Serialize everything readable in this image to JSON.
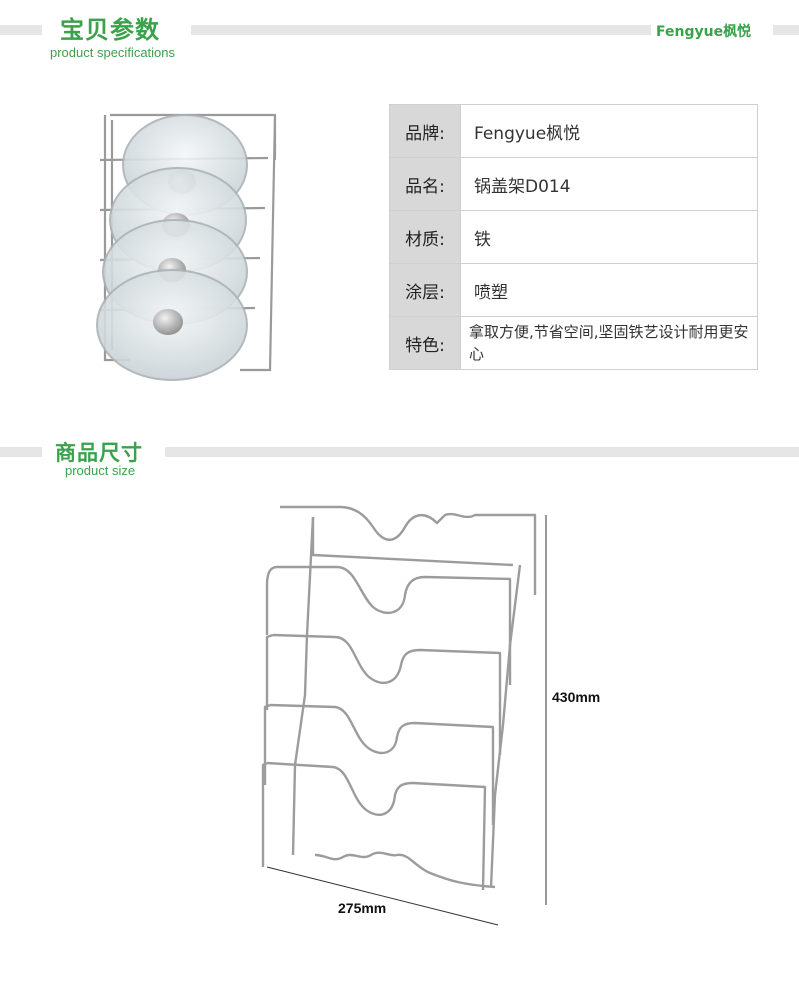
{
  "colors": {
    "accent": "#3aa24a",
    "bar": "#e6e6e6",
    "table_key_bg": "#d8d8d8"
  },
  "brand": {
    "text": "Fengyue枫悦"
  },
  "spec_section": {
    "title": "宝贝参数",
    "subtitle": "product specifications"
  },
  "specs": [
    {
      "key": "品牌:",
      "value": "Fengyue枫悦"
    },
    {
      "key": "品名:",
      "value": "锅盖架D014"
    },
    {
      "key": "材质:",
      "value": "铁"
    },
    {
      "key": "涂层:",
      "value": "喷塑"
    },
    {
      "key": "特色:",
      "value": "拿取方便,节省空间,坚固铁艺设计耐用更安心"
    }
  ],
  "size_section": {
    "title": "商品尺寸",
    "subtitle": "product size"
  },
  "dimensions": {
    "height": "430mm",
    "width": "275mm"
  }
}
